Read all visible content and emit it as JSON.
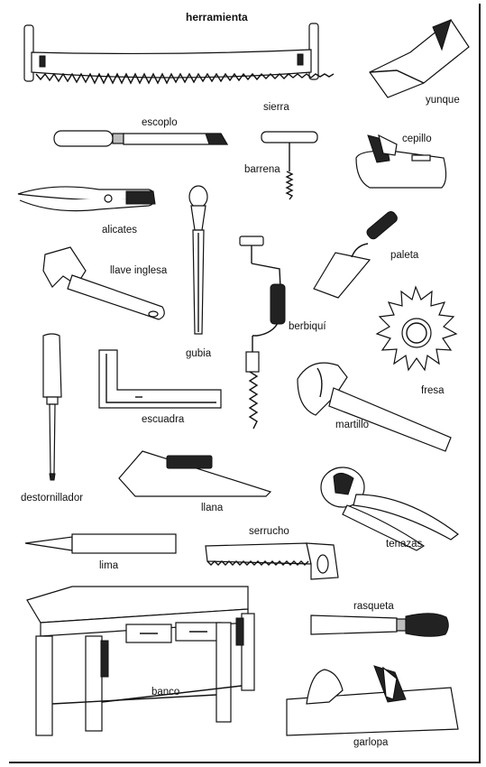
{
  "title": "herramienta",
  "tools": {
    "sierra": "sierra",
    "yunque": "yunque",
    "escoplo": "escoplo",
    "cepillo": "cepillo",
    "barrena": "barrena",
    "alicates": "alicates",
    "paleta": "paleta",
    "llave_inglesa": "llave inglesa",
    "berbiqui": "berbiquí",
    "gubia": "gubia",
    "fresa": "fresa",
    "escuadra": "escuadra",
    "martillo": "martillo",
    "destornillador": "destornillador",
    "llana": "llana",
    "serrucho": "serrucho",
    "tenazas": "tenazas",
    "lima": "lima",
    "rasqueta": "rasqueta",
    "banco": "banco",
    "garlopa": "garlopa"
  }
}
